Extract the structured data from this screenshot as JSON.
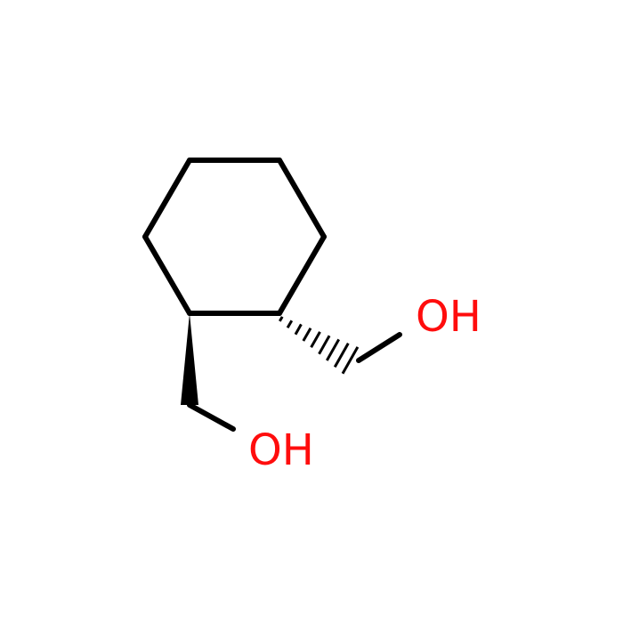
{
  "molecule": {
    "atoms": [
      {
        "id": "o1",
        "symbol": "OH",
        "color": "#ff0d0d"
      },
      {
        "id": "o2",
        "symbol": "OH",
        "color": "#ff0d0d"
      }
    ],
    "bond_color": "#000000"
  }
}
